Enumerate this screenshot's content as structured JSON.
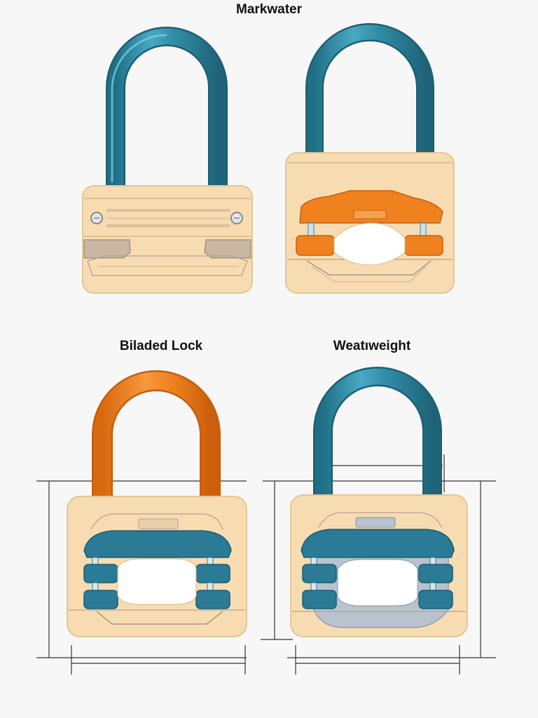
{
  "titles": {
    "top": "Markwater",
    "bottom_left": "Biladed Lock",
    "bottom_right": "Weatıweight"
  },
  "colors": {
    "background": "#f7f7f7",
    "body_fill": "#f7dcb2",
    "body_stroke": "#e3c697",
    "teal": "#2f86a0",
    "teal_dark": "#1e6a80",
    "blue": "#2b7a96",
    "orange": "#f0811f",
    "orange_dark": "#d86a10",
    "grey_part": "#b9c2cf",
    "line": "#333333"
  },
  "icons": {
    "top_left": "padlock-icon",
    "top_right": "padlock-mechanism-icon",
    "bottom_left": "padlock-bladed-icon",
    "bottom_right": "padlock-weight-icon"
  }
}
